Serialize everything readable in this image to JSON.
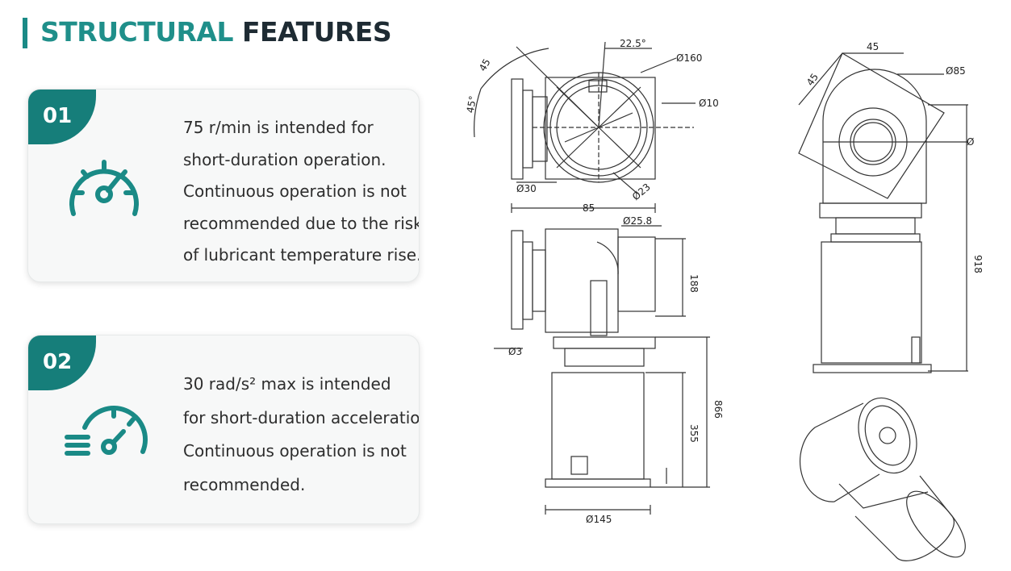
{
  "header": {
    "title_accent": "STRUCTURAL",
    "title_rest": "FEATURES"
  },
  "features": [
    {
      "number": "01",
      "icon": "speedometer-icon",
      "lines": [
        "75 r/min  is intended for",
        "short-duration operation.",
        "Continuous operation is not",
        "recommended due to the risk",
        "of lubricant temperature rise."
      ]
    },
    {
      "number": "02",
      "icon": "fast-speedometer-icon",
      "lines": [
        "30 rad/s² max is intended",
        "for short-duration acceleration.",
        "Continuous operation is not",
        "recommended."
      ]
    }
  ],
  "colors": {
    "accent": "#1f8f8a",
    "badge": "#167e7a",
    "title_dark": "#1e2b33"
  },
  "drawing_labels": {
    "front": {
      "angle_small": "22.5°",
      "angle_45_top": "45",
      "angle_45_left": "45°",
      "dia_160": "Ø160",
      "dia_10": "Ø10",
      "dia_30": "Ø30",
      "dia_23": "Ø23",
      "width_85": "85"
    },
    "side": {
      "dia_25_8": "Ø25.8",
      "h_188": "188",
      "flange": "Ø3",
      "h_355": "355",
      "h_866": "866",
      "dia_145": "Ø145"
    },
    "right": {
      "w_45": "45",
      "angle_45": "45",
      "dia_85": "Ø85",
      "h_918": "918",
      "small": "Ø"
    }
  }
}
